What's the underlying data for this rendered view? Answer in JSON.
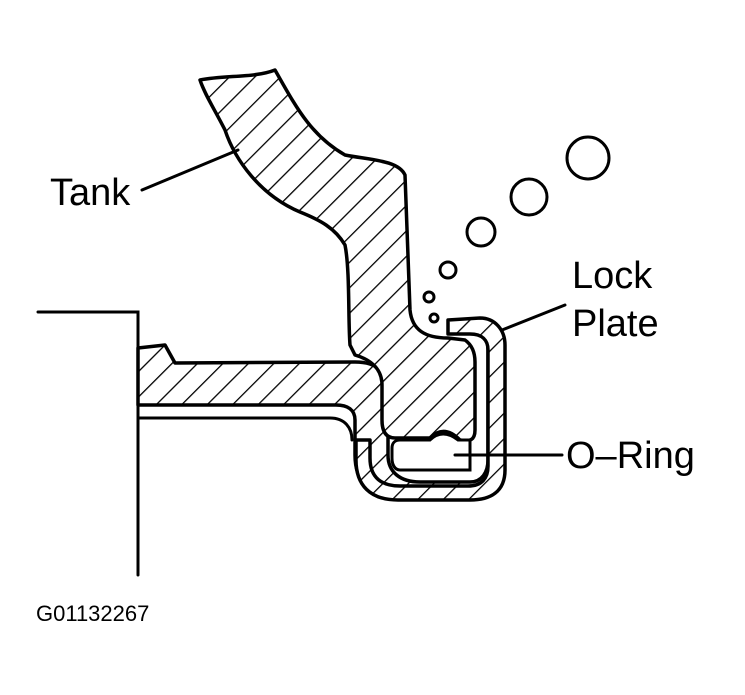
{
  "labels": {
    "tank": "Tank",
    "lock_plate_line1": "Lock",
    "lock_plate_line2": "Plate",
    "o_ring": "O–Ring"
  },
  "figure_id": "G01132267",
  "colors": {
    "ink": "#000000",
    "background": "#ffffff"
  }
}
